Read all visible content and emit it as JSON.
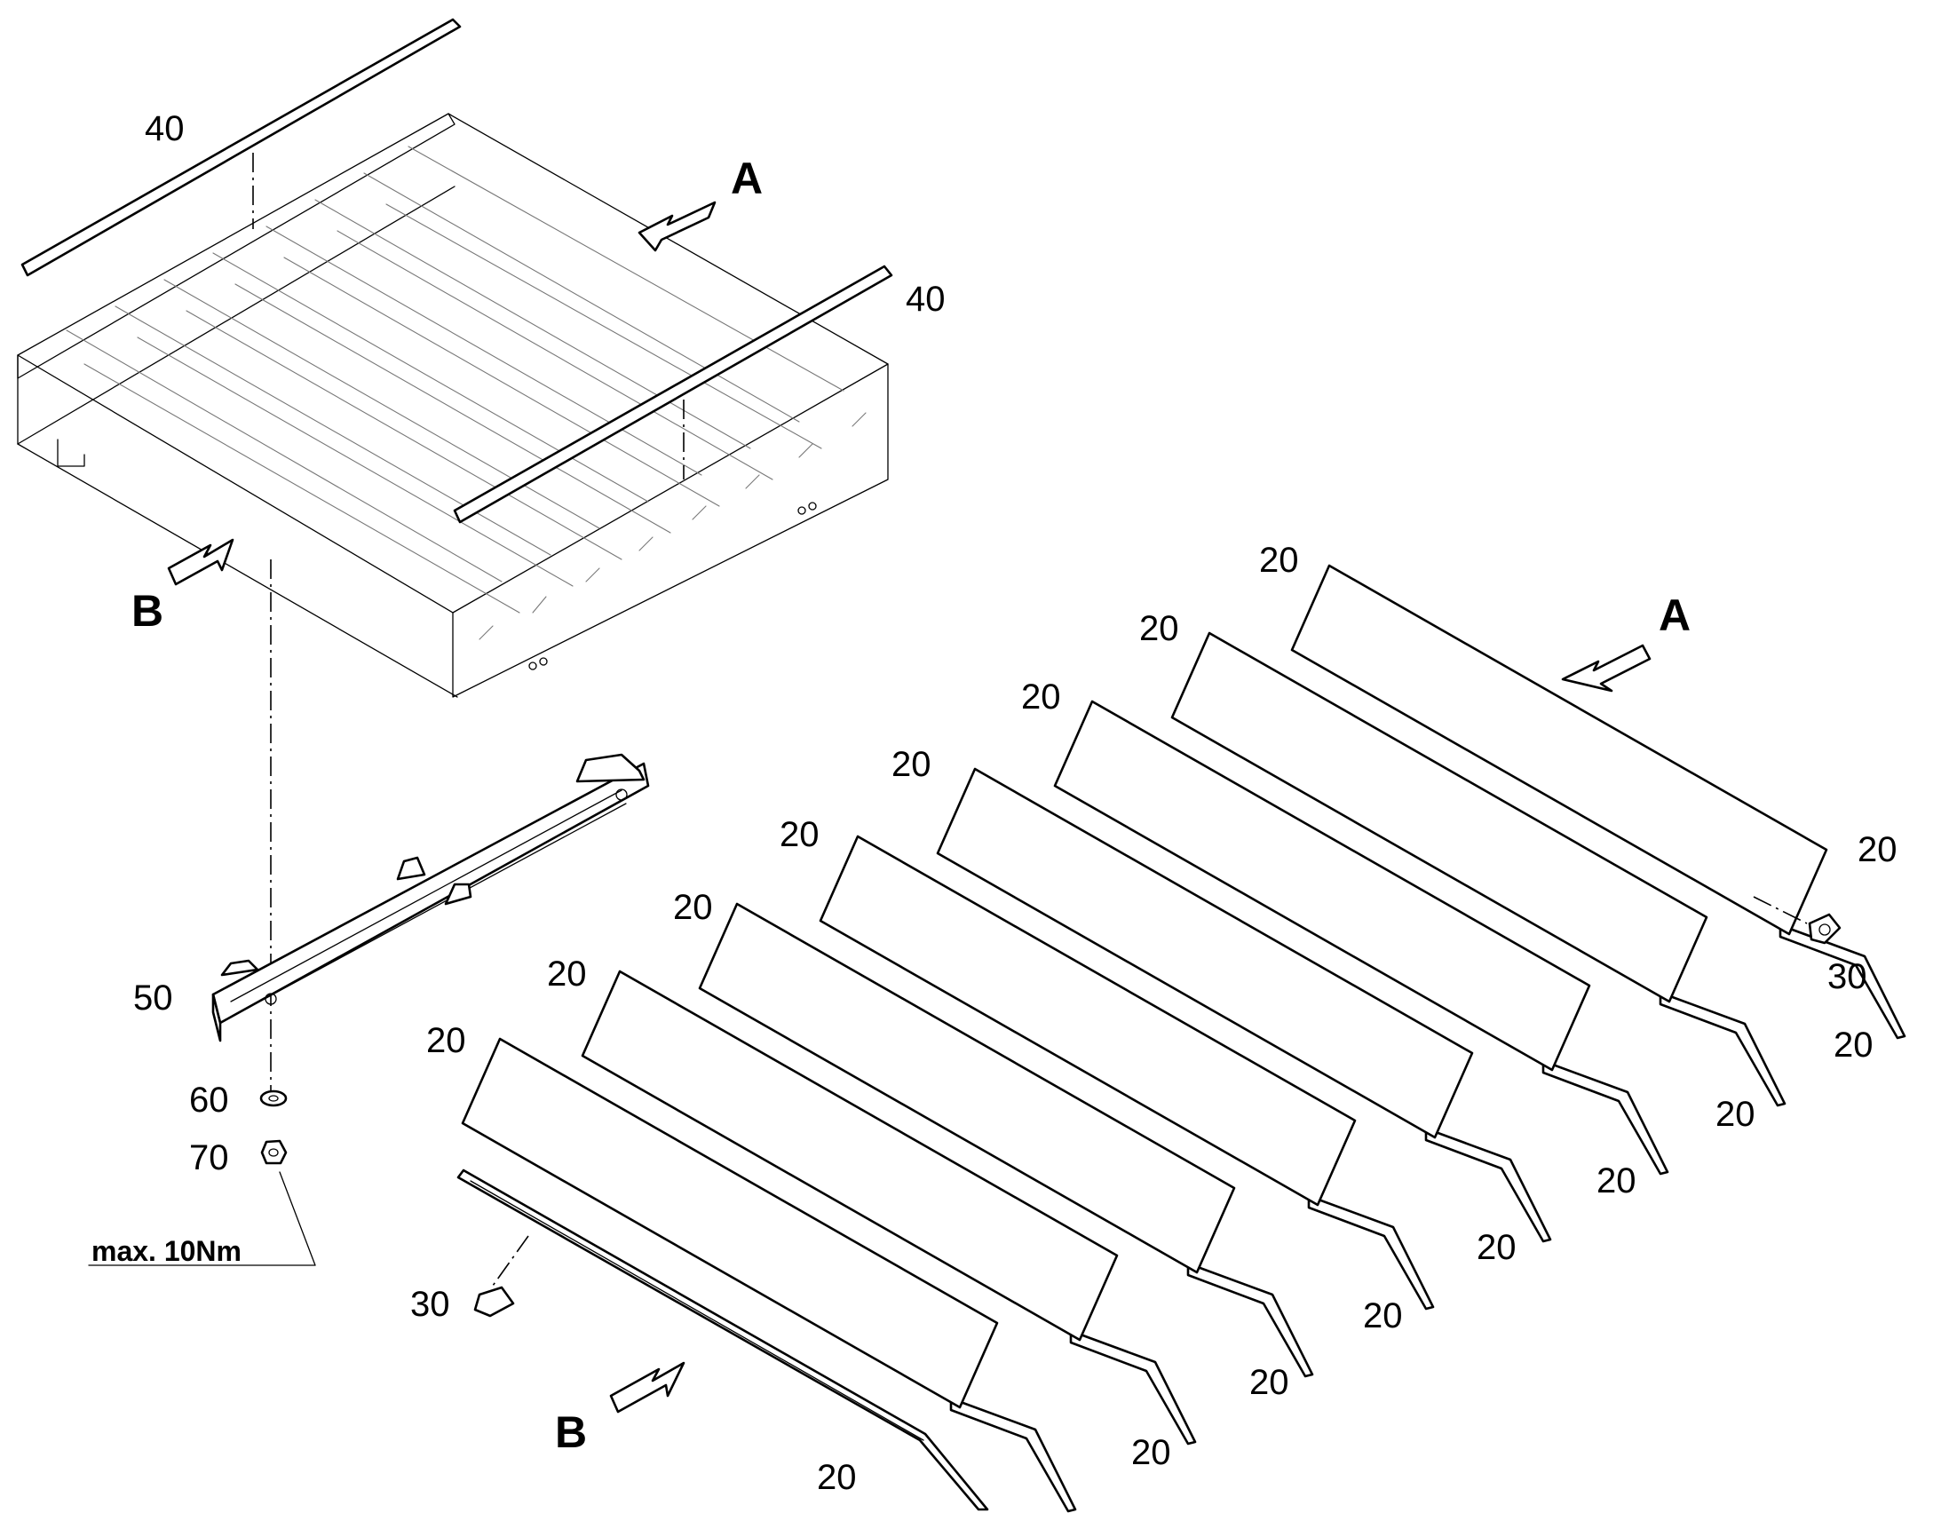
{
  "callouts": {
    "rod_upper": "40",
    "rod_lower": "40",
    "bracket": "50",
    "washer": "60",
    "nut": "70",
    "clip_right": "30",
    "clip_left": "30",
    "slat": "20"
  },
  "views": {
    "a_top": "A",
    "b_top": "B",
    "a_bottom": "A",
    "b_bottom": "B"
  },
  "torque_note": "max. 10Nm",
  "slat_labels_left": [
    "20",
    "20",
    "20",
    "20",
    "20",
    "20",
    "20",
    "20"
  ],
  "slat_labels_right": [
    "20",
    "20",
    "20",
    "20",
    "20",
    "20",
    "20",
    "20",
    "20"
  ]
}
